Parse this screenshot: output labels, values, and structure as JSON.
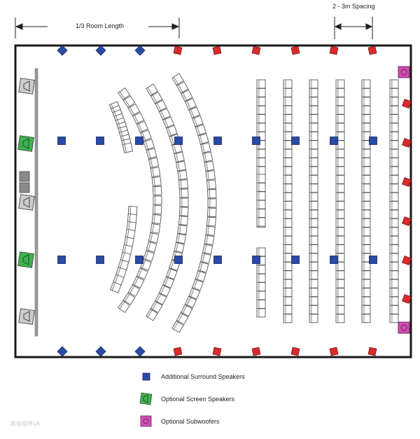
{
  "dimensions": {
    "room_length_label": "1/3 Room Length",
    "spacing_label": "2 - 3m Spacing"
  },
  "legend": {
    "surround": "Additional Surround Speakers",
    "screen": "Optional Screen Speakers",
    "subwoofer": "Optional Subwoofers"
  },
  "watermark": "影音视界VA",
  "colors": {
    "surround": "#2a4aa8",
    "red_speaker": "#d92b2b",
    "screen_speaker": "#3ab54a",
    "subwoofer": "#d04fb0",
    "default_speaker": "#cccccc",
    "wall": "#1a1a1a",
    "seat_fill": "#ffffff",
    "seat_stroke": "#555555"
  }
}
